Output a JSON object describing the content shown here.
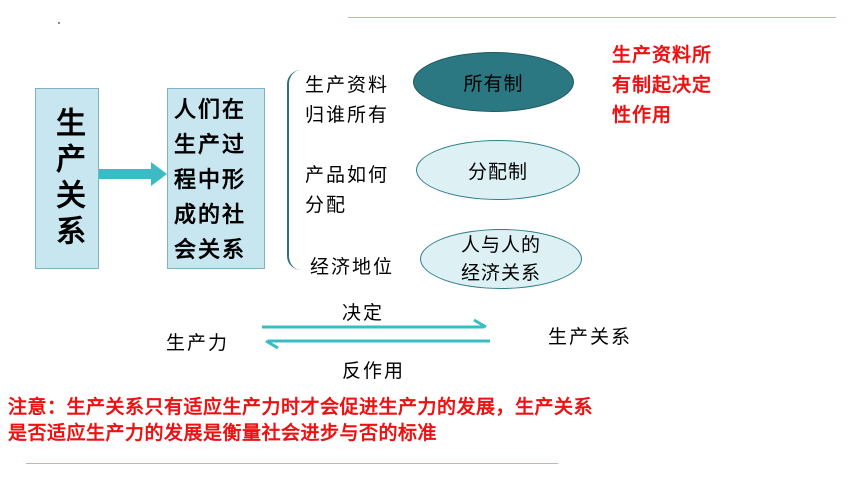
{
  "left_box": {
    "text": "生产关系"
  },
  "middle_box": {
    "line1": "人们在",
    "line2": "生产过",
    "line3": "程中形",
    "line4": "成的社",
    "line5": "会关系"
  },
  "branches": [
    {
      "label_line1": "生产资料",
      "label_line2": "归谁所有",
      "oval": "所有制"
    },
    {
      "label_line1": "产品如何",
      "label_line2": "分配",
      "oval": "分配制"
    },
    {
      "label_line1": "经济地位",
      "label_line2": "",
      "oval_line1": "人与人的",
      "oval_line2": "经济关系"
    }
  ],
  "red_note_right": {
    "line1": "生产资料所",
    "line2": "有制起决定",
    "line3": "性作用"
  },
  "relation": {
    "left": "生产力",
    "right": "生产关系",
    "top_label": "决定",
    "bottom_label": "反作用"
  },
  "bottom_note": {
    "line1": "注意：生产关系只有适应生产力时才会促进生产力的发展，生产关系",
    "line2": "是否适应生产力的发展是衡量社会进步与否的标准"
  },
  "colors": {
    "box_fill": "#c8e6ef",
    "dark_teal": "#2b7882",
    "red": "#ee1111",
    "arrow": "#3bbcc4"
  }
}
